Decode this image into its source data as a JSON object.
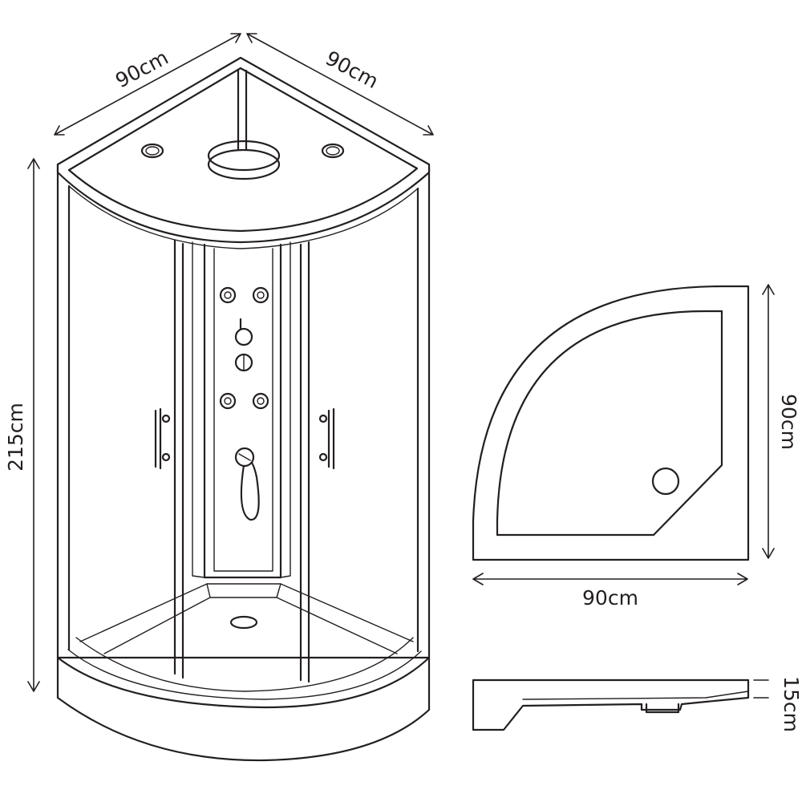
{
  "cabin": {
    "width_left_label": "90cm",
    "width_right_label": "90cm",
    "height_label": "215cm"
  },
  "tray_top": {
    "depth_label": "90cm",
    "width_label": "90cm"
  },
  "tray_side": {
    "height_label": "15cm"
  },
  "colors": {
    "line": "#231f20",
    "background": "#ffffff"
  }
}
